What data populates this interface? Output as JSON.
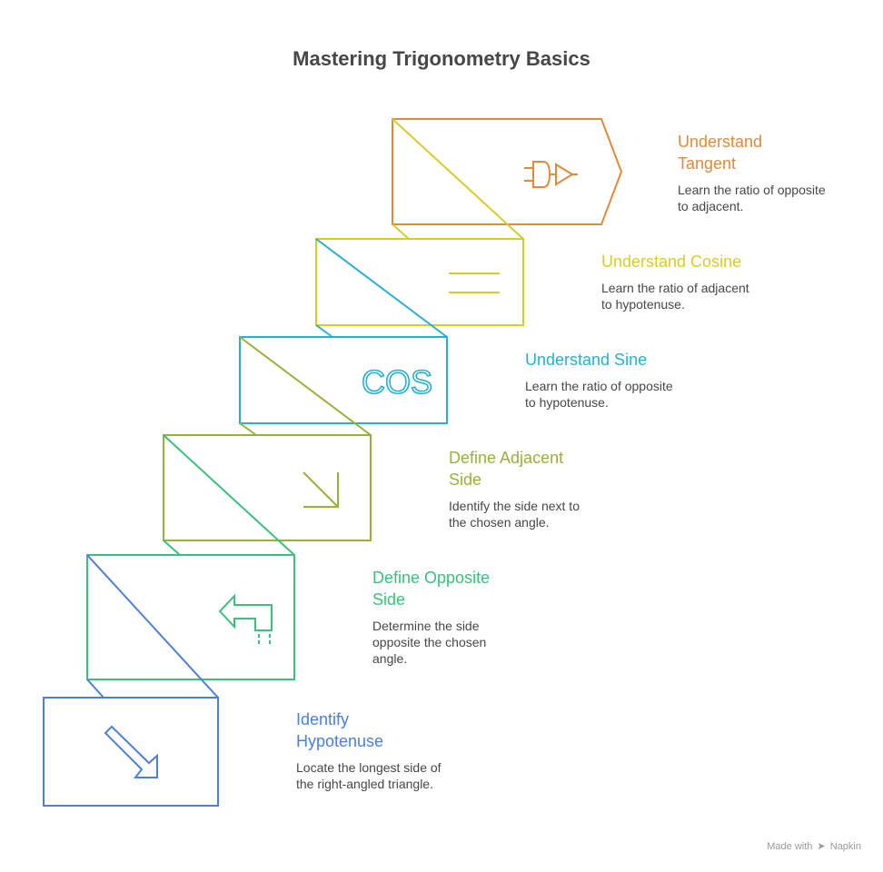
{
  "title": "Mastering Trigonometry Basics",
  "steps": [
    {
      "id": "tangent",
      "title_lines": [
        "Understand",
        "Tangent"
      ],
      "desc_lines": [
        "Learn the ratio of opposite",
        "to adjacent."
      ],
      "color": "#E08A3C",
      "icon": "logic-gate-icon"
    },
    {
      "id": "cosine",
      "title_lines": [
        "Understand Cosine"
      ],
      "desc_lines": [
        "Learn the ratio of adjacent",
        "to hypotenuse."
      ],
      "color": "#D9CC2A",
      "icon": "equals-icon"
    },
    {
      "id": "sine",
      "title_lines": [
        "Understand Sine"
      ],
      "desc_lines": [
        "Learn the ratio of opposite",
        "to hypotenuse."
      ],
      "color": "#2AAFD0",
      "icon": "cos-text-icon",
      "icon_text": "COS"
    },
    {
      "id": "adjacent",
      "title_lines": [
        "Define Adjacent",
        "Side"
      ],
      "desc_lines": [
        "Identify the side next to",
        "the chosen angle."
      ],
      "color": "#96B23A",
      "icon": "arrow-down-right-icon"
    },
    {
      "id": "opposite",
      "title_lines": [
        "Define Opposite",
        "Side"
      ],
      "desc_lines": [
        "Determine the side",
        "opposite the chosen",
        "angle."
      ],
      "color": "#3CC07C",
      "icon": "turn-left-arrow-icon"
    },
    {
      "id": "hypotenuse",
      "title_lines": [
        "Identify",
        "Hypotenuse"
      ],
      "desc_lines": [
        "Locate the longest side of",
        "the right-angled triangle."
      ],
      "color": "#4C7FD6",
      "icon": "diagonal-arrow-icon"
    }
  ],
  "watermark": {
    "prefix": "Made with",
    "brand": "Napkin"
  }
}
